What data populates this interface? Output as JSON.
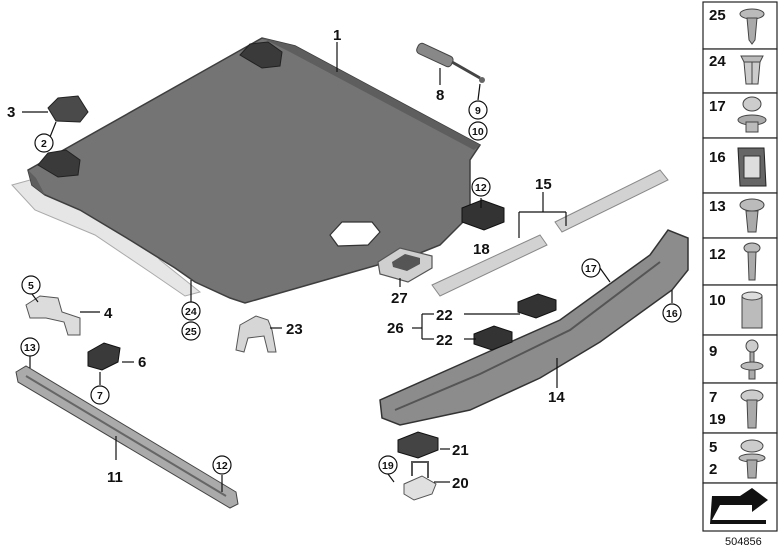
{
  "diagram": {
    "doc_number": "504856",
    "callouts": [
      "1",
      "3",
      "2",
      "8",
      "9",
      "10",
      "15",
      "12",
      "18",
      "27",
      "4",
      "5",
      "24",
      "25",
      "23",
      "6",
      "7",
      "13",
      "11",
      "12",
      "17",
      "16",
      "22",
      "22",
      "26",
      "14",
      "21",
      "19",
      "20"
    ],
    "legend_panels": [
      {
        "numbers": [
          "25"
        ],
        "icon": "torx-screw-icon"
      },
      {
        "numbers": [
          "24"
        ],
        "icon": "expanding-clip-icon"
      },
      {
        "numbers": [
          "17"
        ],
        "icon": "plastic-rivet-icon"
      },
      {
        "numbers": [
          "16"
        ],
        "icon": "spring-clip-icon"
      },
      {
        "numbers": [
          "13"
        ],
        "icon": "flange-screw-icon"
      },
      {
        "numbers": [
          "12"
        ],
        "icon": "screw-icon"
      },
      {
        "numbers": [
          "10"
        ],
        "icon": "hex-nut-icon"
      },
      {
        "numbers": [
          "9"
        ],
        "icon": "ball-stud-icon"
      },
      {
        "numbers": [
          "7",
          "19"
        ],
        "icon": "torx-bolt-icon"
      },
      {
        "numbers": [
          "5",
          "2"
        ],
        "icon": "collar-bolt-icon"
      },
      {
        "numbers": [],
        "icon": "arrow-symbol-icon"
      }
    ]
  },
  "colors": {
    "panel": "#7a7a7a",
    "panel_edge": "#4a4a4a",
    "dark": "#555555",
    "light_part": "#d6d6d6"
  }
}
